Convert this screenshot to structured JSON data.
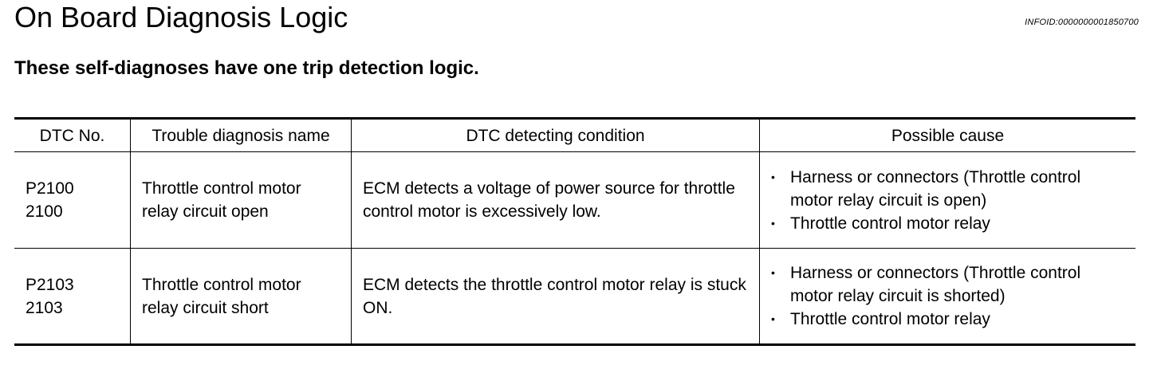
{
  "header": {
    "title": "On Board Diagnosis Logic",
    "info_id": "INFOID:0000000001850700",
    "subtitle": "These self-diagnoses have one trip detection logic."
  },
  "table": {
    "columns": [
      "DTC No.",
      "Trouble diagnosis name",
      "DTC detecting condition",
      "Possible cause"
    ],
    "rows": [
      {
        "dtc_codes": [
          "P2100",
          "2100"
        ],
        "name": "Throttle control motor relay circuit open",
        "condition": "ECM detects a voltage of power source for throttle control motor is excessively low.",
        "causes": [
          "Harness or connectors (Throttle control motor relay circuit is open)",
          "Throttle control motor relay"
        ]
      },
      {
        "dtc_codes": [
          "P2103",
          "2103"
        ],
        "name": "Throttle control motor relay circuit short",
        "condition": "ECM detects the throttle control motor relay is stuck ON.",
        "causes": [
          "Harness or connectors (Throttle control motor relay circuit is shorted)",
          "Throttle control motor relay"
        ]
      }
    ]
  }
}
